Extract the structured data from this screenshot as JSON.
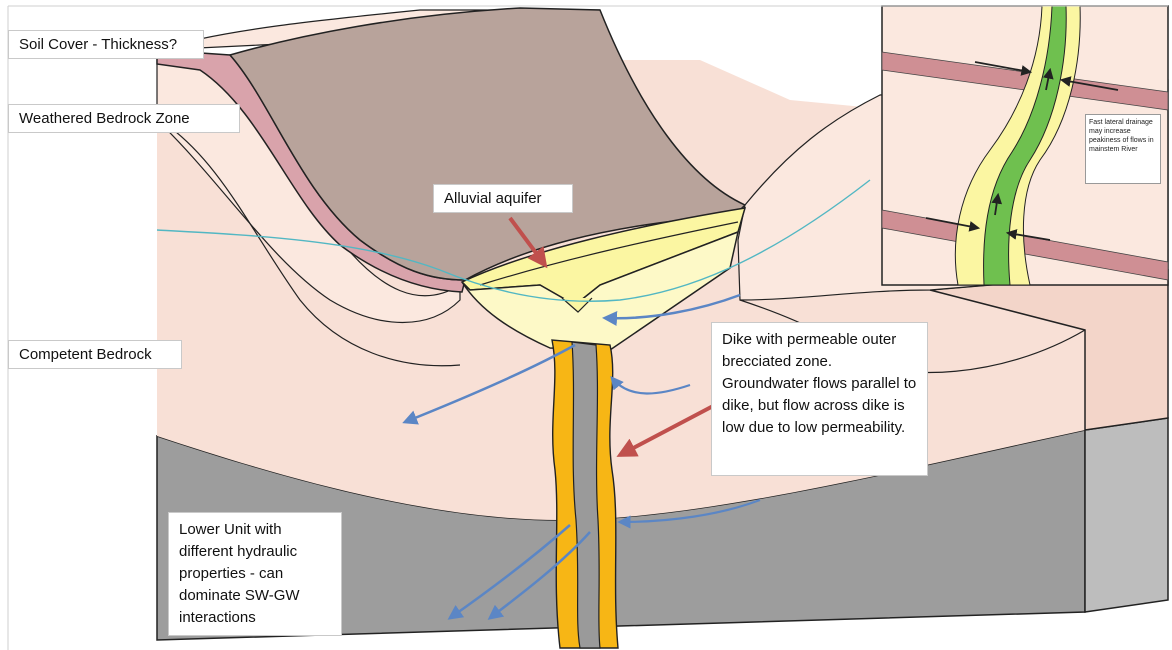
{
  "labels": {
    "soil_cover": "Soil Cover - Thickness?",
    "weathered_bedrock": "Weathered Bedrock Zone",
    "competent_bedrock": "Competent Bedrock",
    "alluvial_aquifer": "Alluvial aquifer",
    "dike_note": "Dike with permeable outer brecciated zone. Groundwater flows parallel to dike, but flow across dike is low due to low permeability.",
    "lower_unit": "Lower Unit with different hydraulic properties - can dominate SW-GW interactions",
    "inset_note": "Fast lateral drainage may increase peakiness of flows in mainstem River"
  },
  "colors": {
    "soil_pink": "#d9a3ab",
    "bedrock_peach": "#f8e0d6",
    "upper_plateau": "#fbe8df",
    "canyon_brown": "#b8a39b",
    "alluvium": "#fbf6a2",
    "alluvium_light": "#fdf9c7",
    "dike_orange": "#f7b615",
    "dike_core": "#9a9a9a",
    "lower_unit": "#9d9d9d",
    "water_line": "#52b7c3",
    "flow_arrow": "#5b86c5",
    "red_arrow": "#c0504d",
    "inset_stream": "#6fc04f",
    "inset_dike": "#cf8f94"
  }
}
